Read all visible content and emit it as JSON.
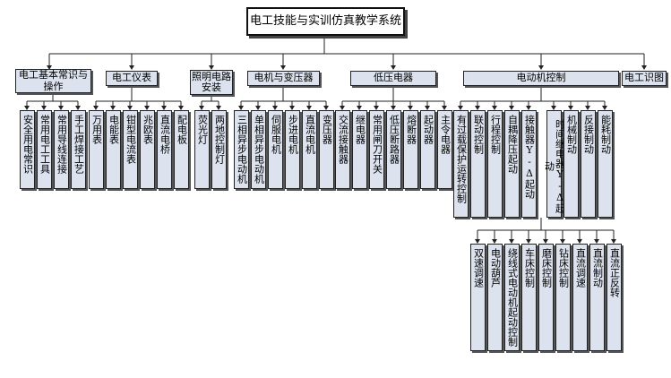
{
  "title": "电工技能与实训仿真教学系统",
  "categories": [
    {
      "id": "basic",
      "label": "电工基本常识与操作",
      "items": [
        "安全用电常识",
        "常用电工工具",
        "常用导线连接",
        "手工焊接工艺"
      ]
    },
    {
      "id": "meters",
      "label": "电工仪表",
      "items": [
        "万用表",
        "电能表",
        "钳型电流表",
        "兆欧表",
        "直流电桥",
        "配电板"
      ]
    },
    {
      "id": "lighting",
      "label": "照明电路安装",
      "items": [
        "荧光灯",
        "两地控制灯"
      ]
    },
    {
      "id": "motors",
      "label": "电机与变压器",
      "items": [
        "三相异步电动机",
        "单相异步电动机",
        "伺服电机",
        "步进电机",
        "直流电机",
        "变压器"
      ]
    },
    {
      "id": "lowvolt",
      "label": "低压电器",
      "items": [
        "交流接触器",
        "继电器",
        "常用闸刀开关",
        "低压断路器",
        "熔断器",
        "起动器",
        "主令电器"
      ]
    },
    {
      "id": "control",
      "label": "电动机控制",
      "items": [
        "有过载保护运转控制",
        "联动控制",
        "行程控制",
        "自耦降压起动",
        "接触器Y-Δ起动",
        "时间继电器Y-Δ起动",
        "机械制动",
        "反接制动",
        "能耗制动"
      ],
      "sub_items": [
        "双速调速",
        "电动葫芦",
        "绕线式电动机起动控制",
        "车床控制",
        "磨床控制",
        "钻床控制",
        "直流调速",
        "直流制动",
        "直流正反转"
      ]
    },
    {
      "id": "identify",
      "label": "电工识图",
      "items": []
    }
  ]
}
